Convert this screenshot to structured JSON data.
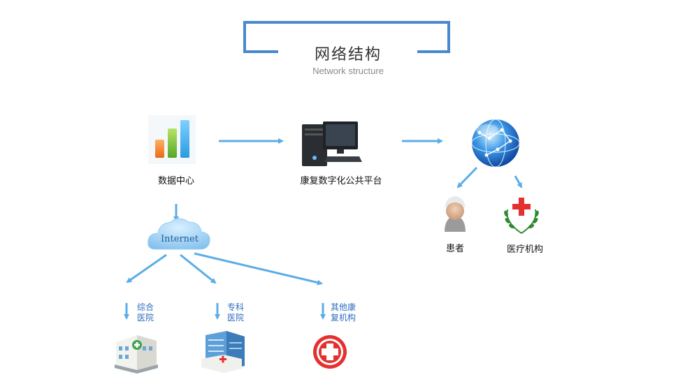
{
  "header": {
    "title": "网络结构",
    "subtitle": "Network structure"
  },
  "nodes": {
    "data_center": "数据中心",
    "platform": "康复数字化公共平台",
    "patient": "患者",
    "medical_institution": "医疗机构",
    "internet": "Internet",
    "general_hospital": "综合医院",
    "specialty_hospital": "专科医院",
    "other_rehab": "其他康复机构"
  },
  "colors": {
    "accent": "#4a88d0",
    "arrow": "#5aaee6",
    "label_blue": "#2d6cc0",
    "red_cross": "#e53030",
    "laurel": "#2f8a2f"
  }
}
